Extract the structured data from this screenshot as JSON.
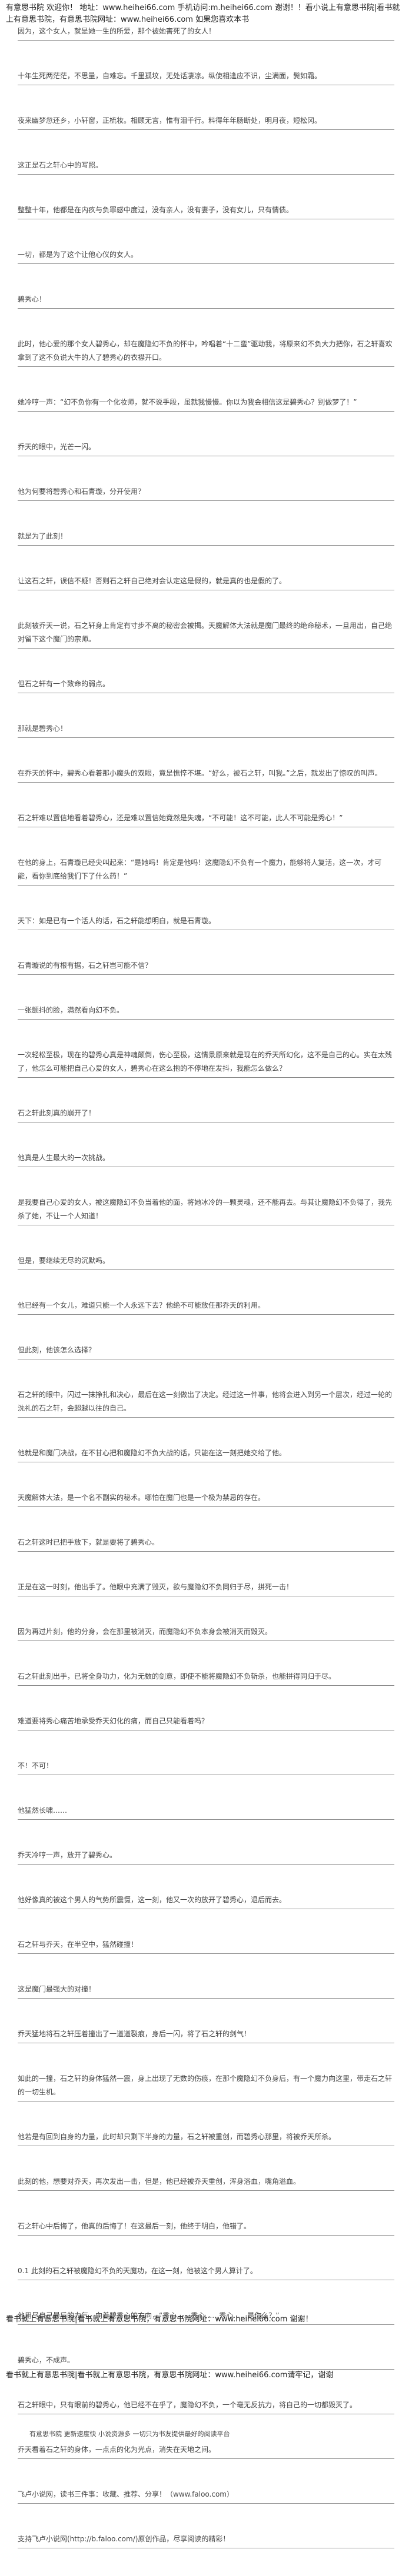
{
  "header": {
    "banner": "有意思书院 欢迎你！ 地址：www.heihei66.com 手机访问:m.heihei66.com 谢谢！！看小说上有意思书院|看书就上有意思书院，有意思书院网址：www.heihei66.com 如果您喜欢本书"
  },
  "paragraphs": [
    "因为，这个女人，就是她一生的所爱，那个被她害死了的女人！",
    "十年生死两茫茫，不思量，自难忘。千里孤坟，无处话凄凉。纵使相逢应不识，尘满面，鬓如霜。",
    "夜来幽梦忽还乡，小轩窗，正梳妆。相顾无言，惟有泪千行。料得年年肠断处，明月夜，短松冈。",
    "这正是石之轩心中的写照。",
    "整整十年，他都是在内疚与负罪感中度过，没有亲人，没有妻子，没有女儿，只有情债。",
    "一切，都是为了这个让他心仪的女人。",
    "碧秀心！",
    "此时，他心爱的那个女人碧秀心，却在魔隐幻不负的怀中，吟唱着“十二蛮”驱动我，将原来幻不负大力把你，石之轩喜欢拿到了这不负说大牛的人了碧秀心的衣襟开口。",
    "她冷哼一声：“幻不负你有一个化妆师，就不说手段，虽就我慢慢。你以为我会相信这是碧秀心？别做梦了！”",
    "乔天的眼中，光芒一闪。",
    "他为何要将碧秀心和石青璇，分开使用？",
    "就是为了此刻！",
    "让这石之轩，误信不疑！否则石之轩自己绝对会认定这是假的，就是真的也是假的了。",
    "此刻被乔天一说，石之轩身上肯定有寸步不离的秘密会被揭。天魔解体大法就是魔门最终的绝命秘术，一旦用出，自己绝对留下这个魔门的宗师。",
    "但石之轩有一个致命的弱点。",
    "那就是碧秀心！",
    "在乔天的怀中，碧秀心看着那小魔头的双眼，竟是憔悴不堪。“好么，被石之轩，叫我。”之后，就发出了惊叹的叫声。",
    "石之轩难以置信地看着碧秀心，还是难以置信她竟然是失魂，“不可能！这不可能，此人不可能是秀心！”",
    "在他的身上，石青璇已经尖叫起来：“是她吗！肯定是他吗！这魔隐幻不负有一个魔力，能够将人复活，这一次，才可能，看你到底给我们下了什么药！”",
    "天下：如是已有一个活人的话，石之轩能想明白，就是石青璇。",
    "石青璇说的有根有据，石之轩岂可能不信？",
    "一张颤抖的脸，满然看向幻不负。",
    "一次轻松至极，现在的碧秀心真是神魂颠倒，伤心至极，这情景原来就是现在的乔天所幻化，这不是自己的心。实在太残了，他怎么可能把自己心爱的女人，碧秀心在这么抱的不停地在发抖，我能怎么做么？",
    "石之轩此刻真的崩开了！",
    "他真是人生最大的一次挑战。",
    "是我要自己心爱的女人，被这魔隐幻不负当着他的面，将她冰冷的一颗灵魂，还不能再去。与其让魔隐幻不负得了，我先杀了她，不让一个人知道！",
    "但是，要继续无尽的沉默吗。",
    "他已经有一个女儿，难道只能一个人永远下去？他绝不可能放任那乔天的利用。",
    "但此刻，他该怎么选择？",
    "石之轩的眼中，闪过一抹挣扎和决心，最后在这一刻做出了决定。经过这一件事，他将会进入到另一个层次，经过一轮的洗礼的石之轩，会超越以往的自己。",
    "他就是和魔门决战，在不甘心把和魔隐幻不负大战的话，只能在这一刻把她交给了他。",
    "天魔解体大法，是一个名不副实的秘术。哪怕在魔门也是一个极为禁忌的存在。",
    "石之轩这时已把手放下，就是要将了碧秀心。",
    "正是在这一时刻，他出手了。他眼中充满了毁灭，欲与魔隐幻不负同归于尽，拼死一击！",
    "因为再过片刻，他的分身，会在那里被消灭，而魔隐幻不负本身会被消灭而毁灭。",
    "石之轩此刻出手，已将全身功力，化为无数的剑意，即使不能将魔隐幻不负斩杀，也能拼得同归于尽。",
    "难道要将秀心痛苦地承受乔天幻化的痛，而自己只能看着吗？",
    "不！不可！",
    "他猛然长啸……",
    "乔天冷哼一声，放开了碧秀心。",
    "他好像真的被这个男人的气势所震慑，这一刻，他又一次的放开了碧秀心，退后而去。",
    "石之轩与乔天，在半空中，猛然碰撞！",
    "这是魔门最强大的对撞！",
    "乔天猛地将石之轩压着撞出了一道道裂痕，身后一闪，将了石之轩的剑气！",
    "如此的一撞，石之轩的身体猛然一震，身上出现了无数的伤痕，在那个魔隐幻不负身后，有一个魔力向这里，带走石之轩的一切生机。",
    "他若是有回到自身的力量，此时却只剩下半身的力量，石之轩被重创，而碧秀心那里，将被乔天所杀。",
    "此刻的他，想要对乔天，再次发出一击，但是，他已经被乔天重创，浑身浴血，嘴角溢血。",
    "石之轩心中后悔了，他真的后悔了！在这最后一刻，他终于明白，他错了。",
    "0.1 此刻的石之轩被魔隐幻不负的天魔功，在这一刻，他被这个男人算计了。",
    "他用尽自己最后的力气，向着碧秀心的方向，“秀心……秀心……秀心……是你么？”",
    "碧秀心，不成声。",
    "石之轩眼中，只有眼前的碧秀心，他已经不在乎了，魔隐幻不负，一个毫无反抗力，将自己的一切都毁灭了。",
    "乔天看着石之轩的身体，一点点的化为光点，消失在天地之间。",
    "飞卢小说网，读书三件事：收藏、推荐、分享！（www.faloo.com）",
    "支持飞卢小说网(http://b.faloo.com/)原创作品，尽享阅读的精彩！"
  ],
  "footer": {
    "line1": "看书就上有意思书院|看书就上有意思书院，有意思书院网址：www.heihei66.com 谢谢！",
    "line2": "看书就上有意思书院|看书就上有意思书院，有意思书院网址：www.heihei66.com请牢记，谢谢",
    "bottom": "有意思书院 更新速度快 小说资源多 一切只为书友提供最好的阅读平台"
  }
}
